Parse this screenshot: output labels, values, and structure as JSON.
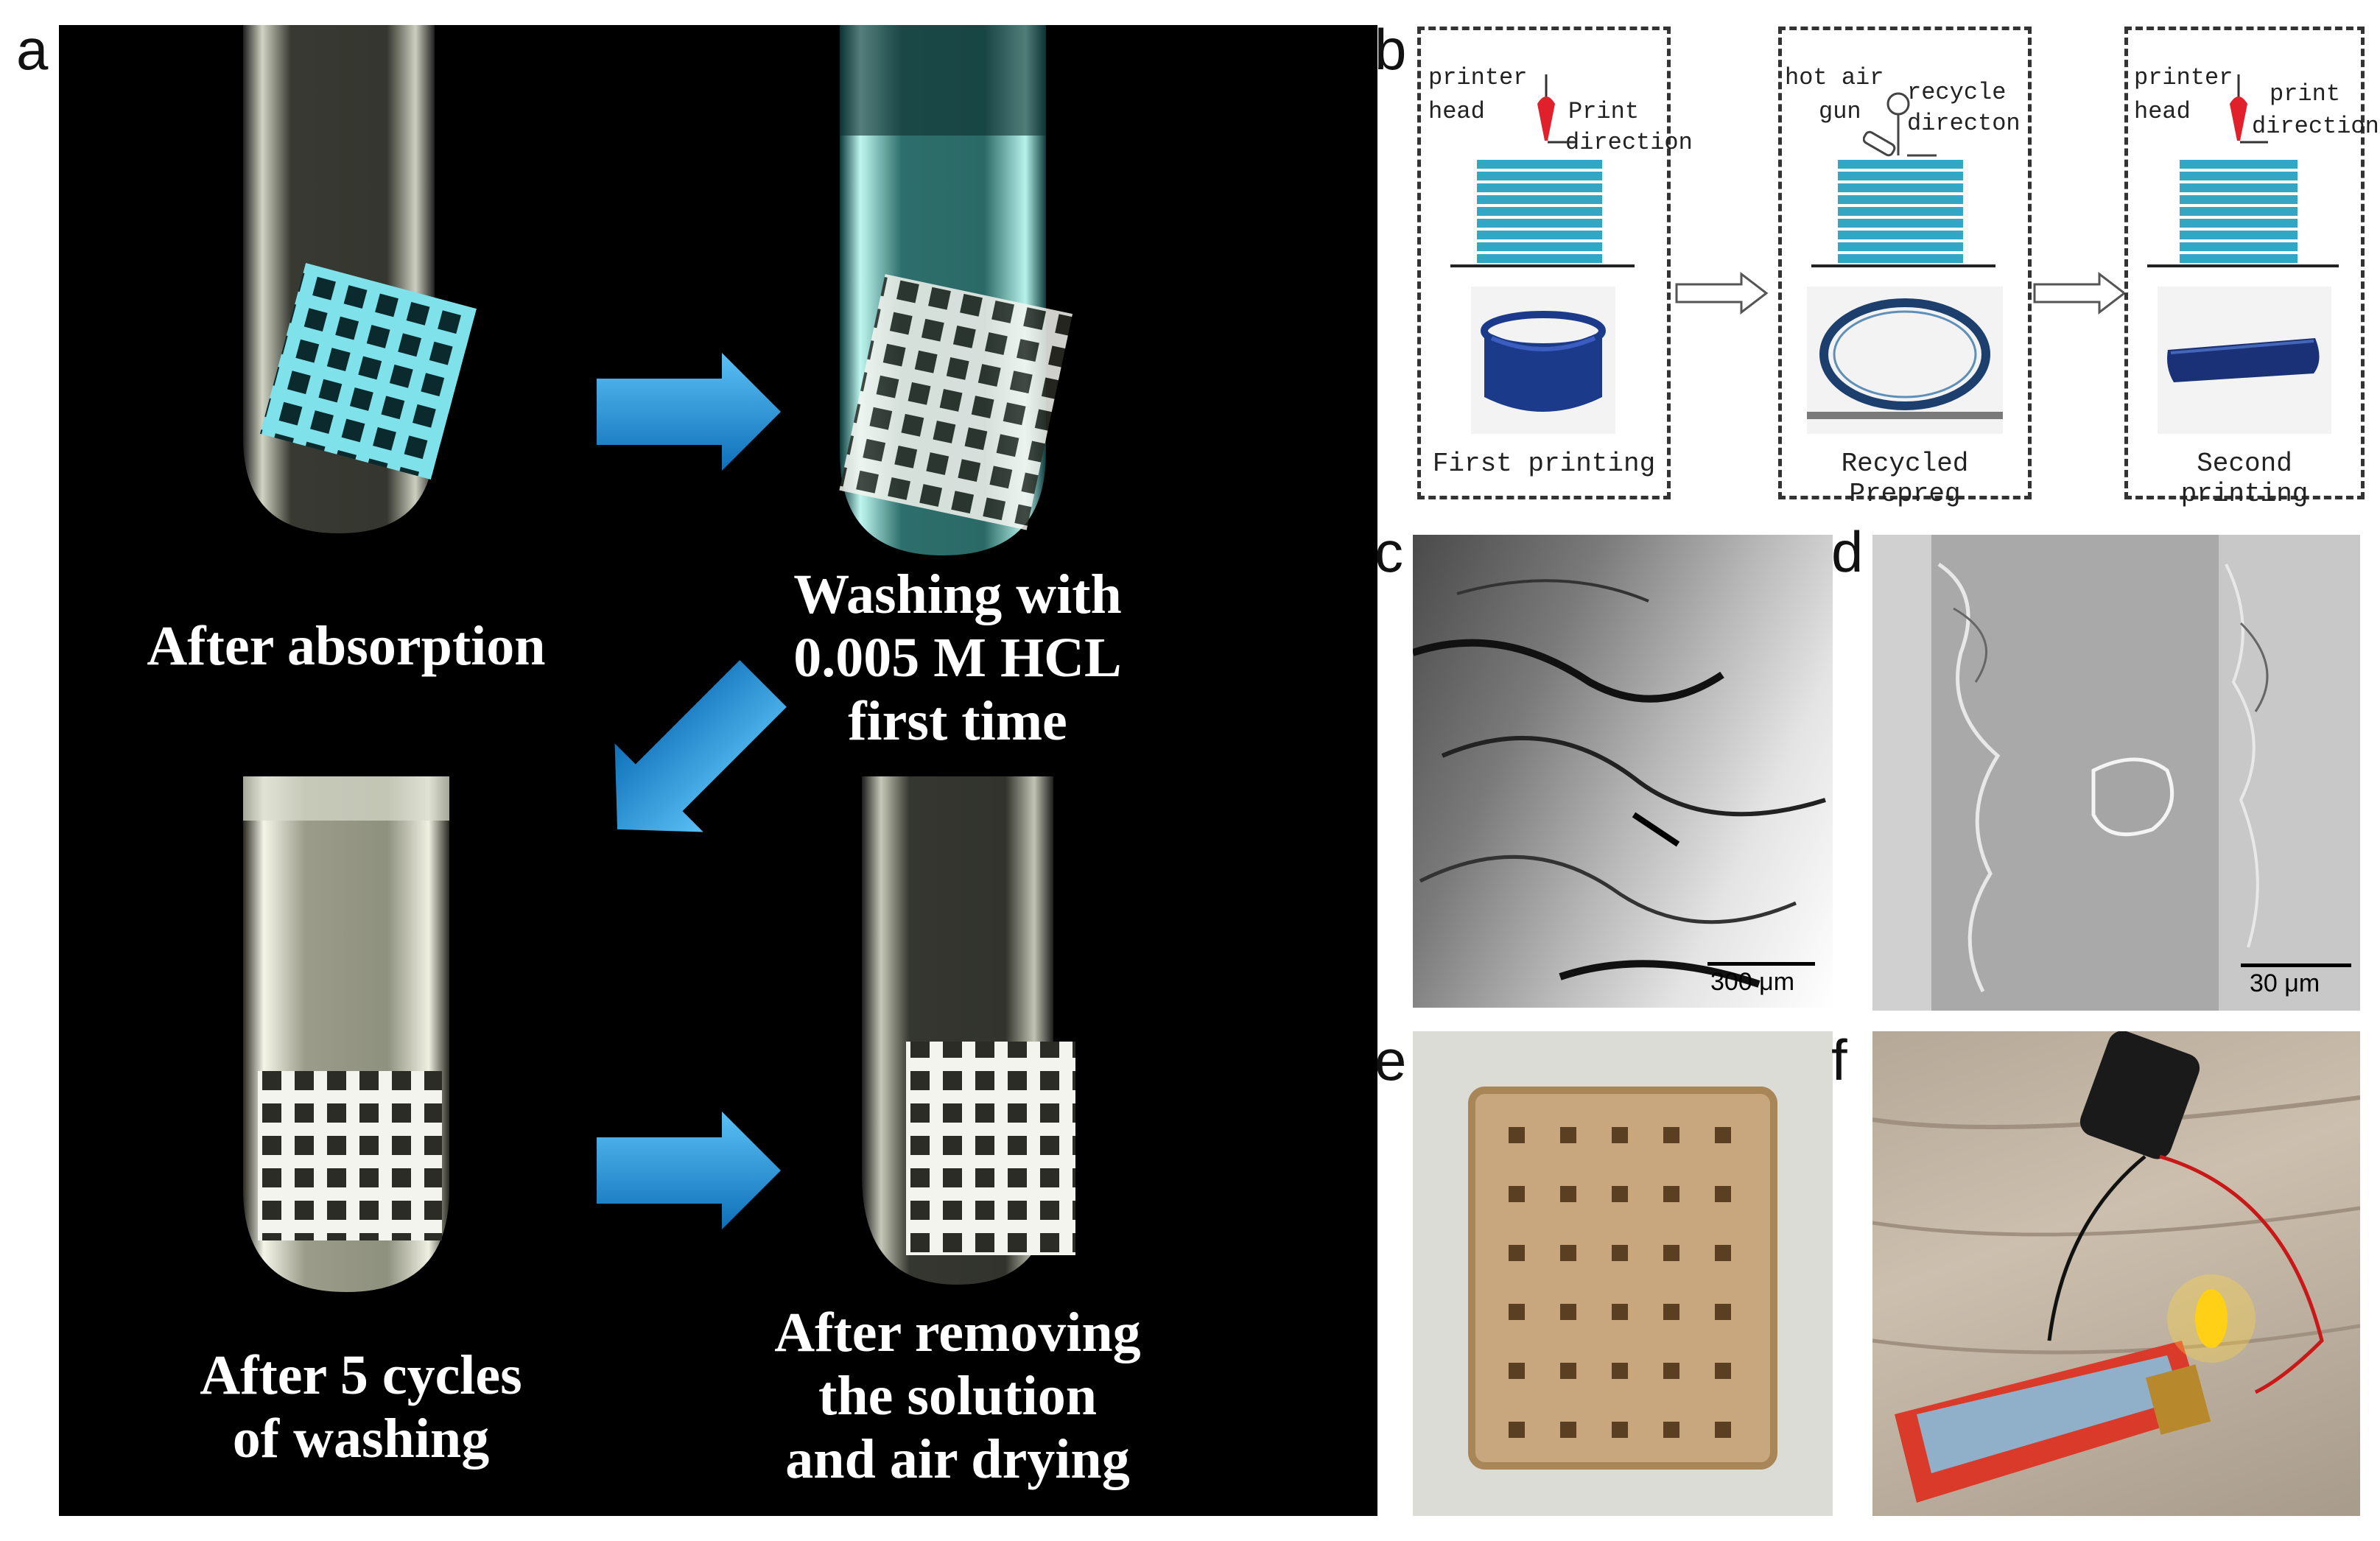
{
  "panels": {
    "a": {
      "letter": "a",
      "captions": {
        "after_absorption": "After absorption",
        "washing_line1": "Washing with",
        "washing_line2": "0.005 M HCL",
        "washing_line3": "first time",
        "cycles_line1": "After 5 cycles",
        "cycles_line2": "of washing",
        "drying_line1": "After removing",
        "drying_line2": "the solution",
        "drying_line3": "and air drying"
      },
      "colors": {
        "background": "#000000",
        "arrow": "#1f8fd6",
        "lattice_before": "#7fe1ea",
        "lattice_after": "#f4f4f0"
      }
    },
    "b": {
      "letter": "b",
      "step1": {
        "label1": "printer",
        "label2": "head",
        "label3": "Print",
        "label4": "direction",
        "caption": "First printing"
      },
      "step2": {
        "label1": "hot air",
        "label2": "gun",
        "label3": "recycle",
        "label4": "directon",
        "caption": "Recycled Prepreg"
      },
      "step3": {
        "label1": "printer",
        "label2": "head",
        "label3": "print",
        "label4": "direction",
        "caption": "Second printing"
      },
      "colors": {
        "stack": "#31a7c4",
        "printer_head": "#e0202a",
        "ring": "#1c3a8a"
      }
    },
    "c": {
      "letter": "c",
      "scale": "300 μm"
    },
    "d": {
      "letter": "d",
      "scale": "30 μm"
    },
    "e": {
      "letter": "e"
    },
    "f": {
      "letter": "f"
    }
  }
}
